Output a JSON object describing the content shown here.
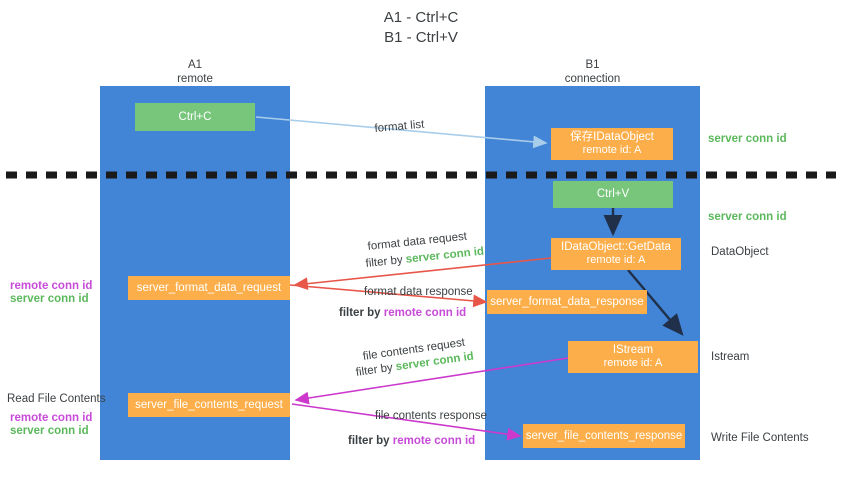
{
  "title": {
    "line1": "A1 - Ctrl+C",
    "line2": "B1 - Ctrl+V"
  },
  "colors": {
    "lane": "#4285D6",
    "green_node": "#78C57C",
    "orange_node": "#FCAE4A",
    "server_conn_id": "#5CB85C",
    "remote_conn_id": "#C74BD8",
    "arrow_blue": "#A8CDEA",
    "arrow_red": "#E8564A",
    "arrow_magenta": "#CC39CC",
    "arrow_navy": "#20304A",
    "divider": "#1a1a1a",
    "text": "#3c4043"
  },
  "lanes": [
    {
      "id": "a1",
      "name": "A1",
      "sub": "remote"
    },
    {
      "id": "b1",
      "name": "B1",
      "sub": "connection"
    }
  ],
  "nodes": {
    "ctrl_c": {
      "label": "Ctrl+C"
    },
    "save_idataobject": {
      "line1": "保存IDataObject",
      "line2": "remote id: A"
    },
    "ctrl_v": {
      "label": "Ctrl+V"
    },
    "getdata": {
      "line1": "IDataObject::GetData",
      "line2": "remote id: A"
    },
    "istream": {
      "line1": "IStream",
      "line2": "remote id: A"
    },
    "server_format_data_request": {
      "label": "server_format_data_request"
    },
    "server_format_data_response": {
      "label": "server_format_data_response"
    },
    "server_file_contents_request": {
      "label": "server_file_contents_request"
    },
    "server_file_contents_response": {
      "label": "server_file_contents_response"
    }
  },
  "edge_labels": {
    "format_list": "format list",
    "format_data_request": "format data request",
    "format_data_request_filter_prefix": "filter by ",
    "format_data_request_filter_value": "server conn id",
    "format_data_response": "format data response",
    "format_data_response_filter_prefix": "filter by ",
    "format_data_response_filter_value": "remote conn id",
    "file_contents_request": "file contents request",
    "file_contents_request_filter_prefix": "filter by ",
    "file_contents_request_filter_value": "server conn id",
    "file_contents_response": "file contents response",
    "file_contents_response_filter_prefix": "filter by ",
    "file_contents_response_filter_value": "remote conn id"
  },
  "annotations": {
    "right_server_conn_id_1": "server conn id",
    "right_server_conn_id_2": "server conn id",
    "data_object": "DataObject",
    "istream": "Istream",
    "write_file_contents": "Write File Contents",
    "left_remote_conn_id_1": "remote conn id",
    "left_server_conn_id_1": "server conn id",
    "read_file_contents": "Read File Contents",
    "left_remote_conn_id_2": "remote conn id",
    "left_server_conn_id_2": "server conn id"
  }
}
